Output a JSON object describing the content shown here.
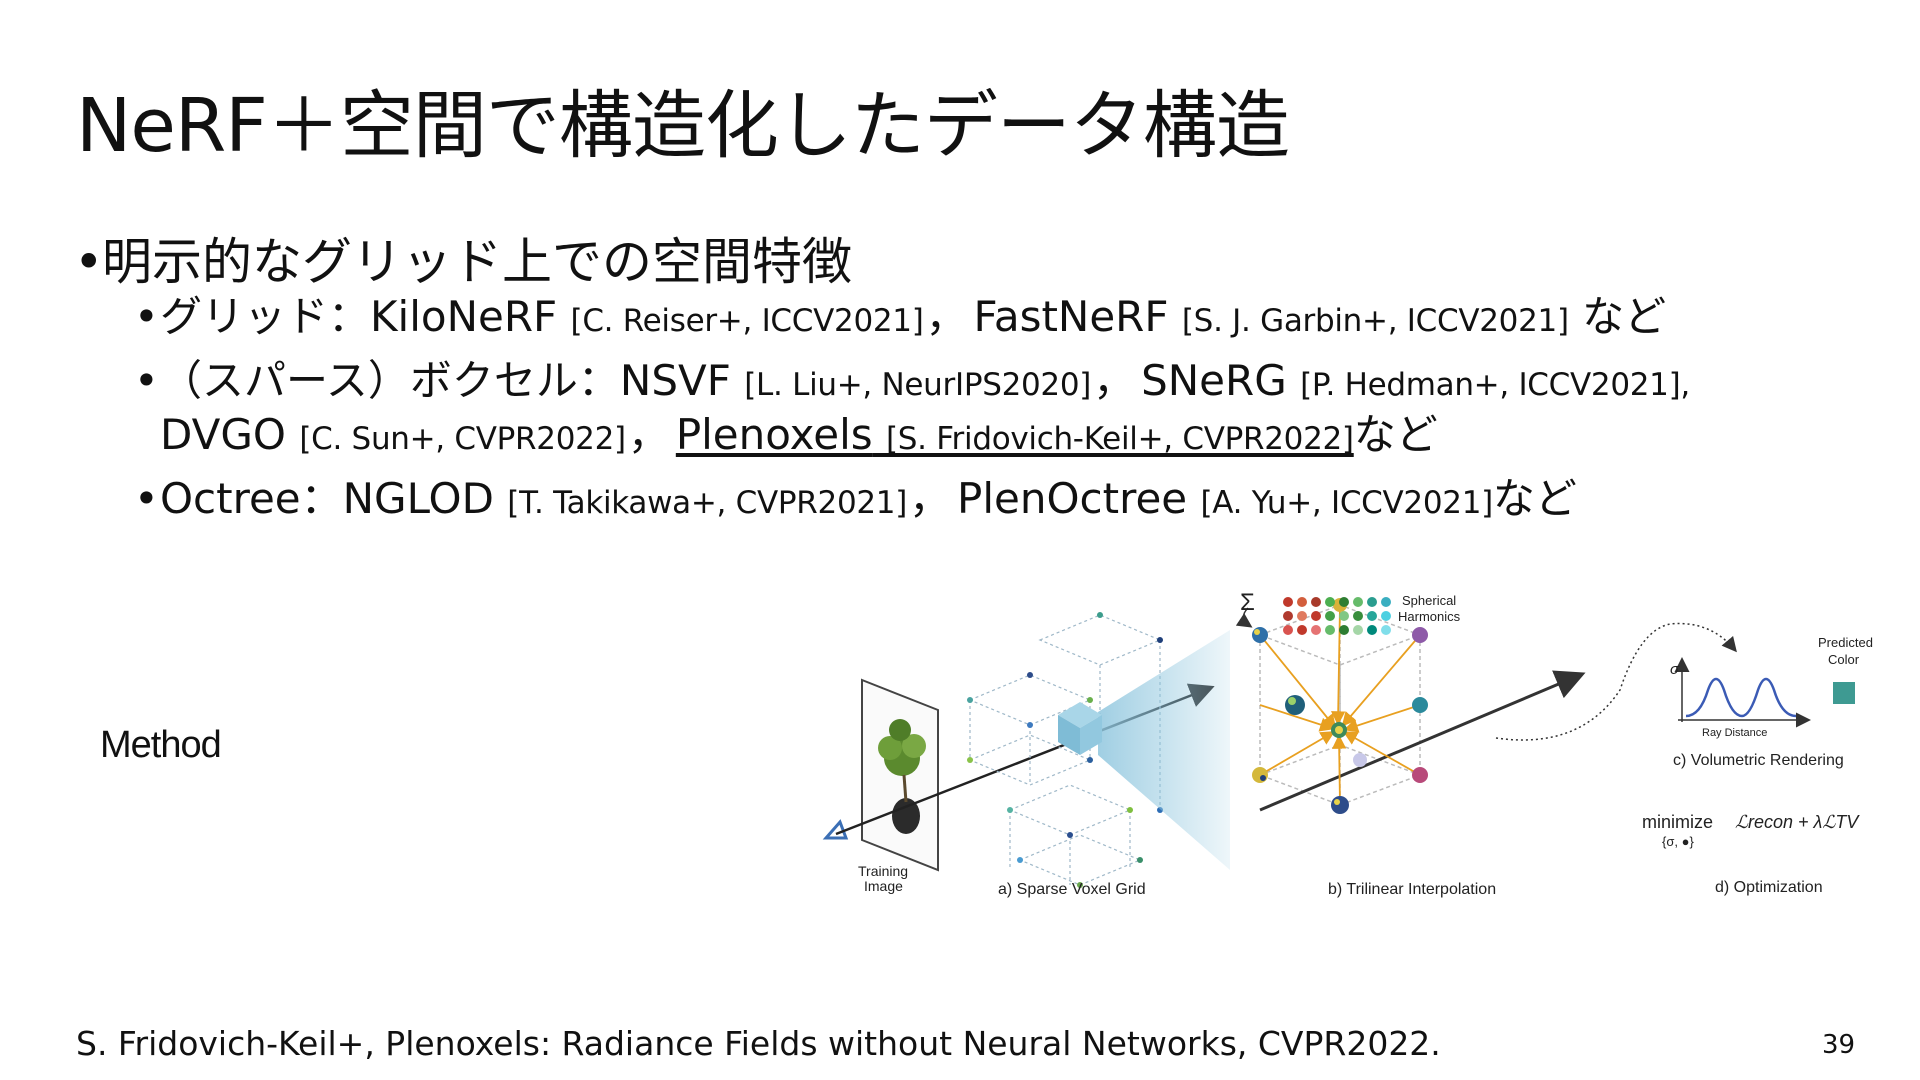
{
  "title": "NeRF＋空間で構造化したデータ構造",
  "bullet1": "明示的なグリッド上での空間特徴",
  "sub": [
    {
      "label": "グリッド：KiloNeRF",
      "cite1": "[C. Reiser+, ICCV2021]",
      "sep": "，",
      "name2": "FastNeRF",
      "cite2": "[S. J. Garbin+, ICCV2021]",
      "tail": "など"
    },
    {
      "label": "（スパース）ボクセル：NSVF",
      "cite1": "[L. Liu+, NeurIPS2020]",
      "sep": "，",
      "name2": "SNeRG",
      "cite2": "[P. Hedman+, ICCV2021],",
      "name3": "DVGO",
      "cite3": "[C. Sun+, CVPR2022]",
      "sep2": "，",
      "name4": "Plenoxels",
      "cite4": "[S. Fridovich-Keil+, CVPR2022]",
      "tail": "など"
    },
    {
      "label": "Octree：NGLOD",
      "cite1": "[T. Takikawa+, CVPR2021]",
      "sep": "，",
      "name2": "PlenOctree",
      "cite2": "[A. Yu+, ICCV2021]",
      "tail": "など"
    }
  ],
  "method_label": "Method",
  "figure": {
    "sigma_sum": "Σ",
    "sh_label": [
      "Spherical",
      "Harmonics"
    ],
    "training_image": [
      "Training",
      "Image"
    ],
    "panel_a": "a) Sparse Voxel Grid",
    "panel_b": "b) Trilinear Interpolation",
    "panel_c": "c) Volumetric Rendering",
    "panel_d": "d) Optimization",
    "predicted_color": [
      "Predicted",
      "Color"
    ],
    "ray_distance": "Ray Distance",
    "sigma": "σ",
    "minimize": "minimize",
    "loss": "ℒrecon + λℒTV",
    "minimize_sub": "{σ, ●}",
    "colors": {
      "voxel_cube": "#8fc6de",
      "arrow": "#e8a020",
      "predicted_swatch": "#3e9a92",
      "curve": "#3b5bb5"
    }
  },
  "footer": "S. Fridovich-Keil+, Plenoxels: Radiance Fields without Neural Networks, CVPR2022.",
  "page_number": "39"
}
